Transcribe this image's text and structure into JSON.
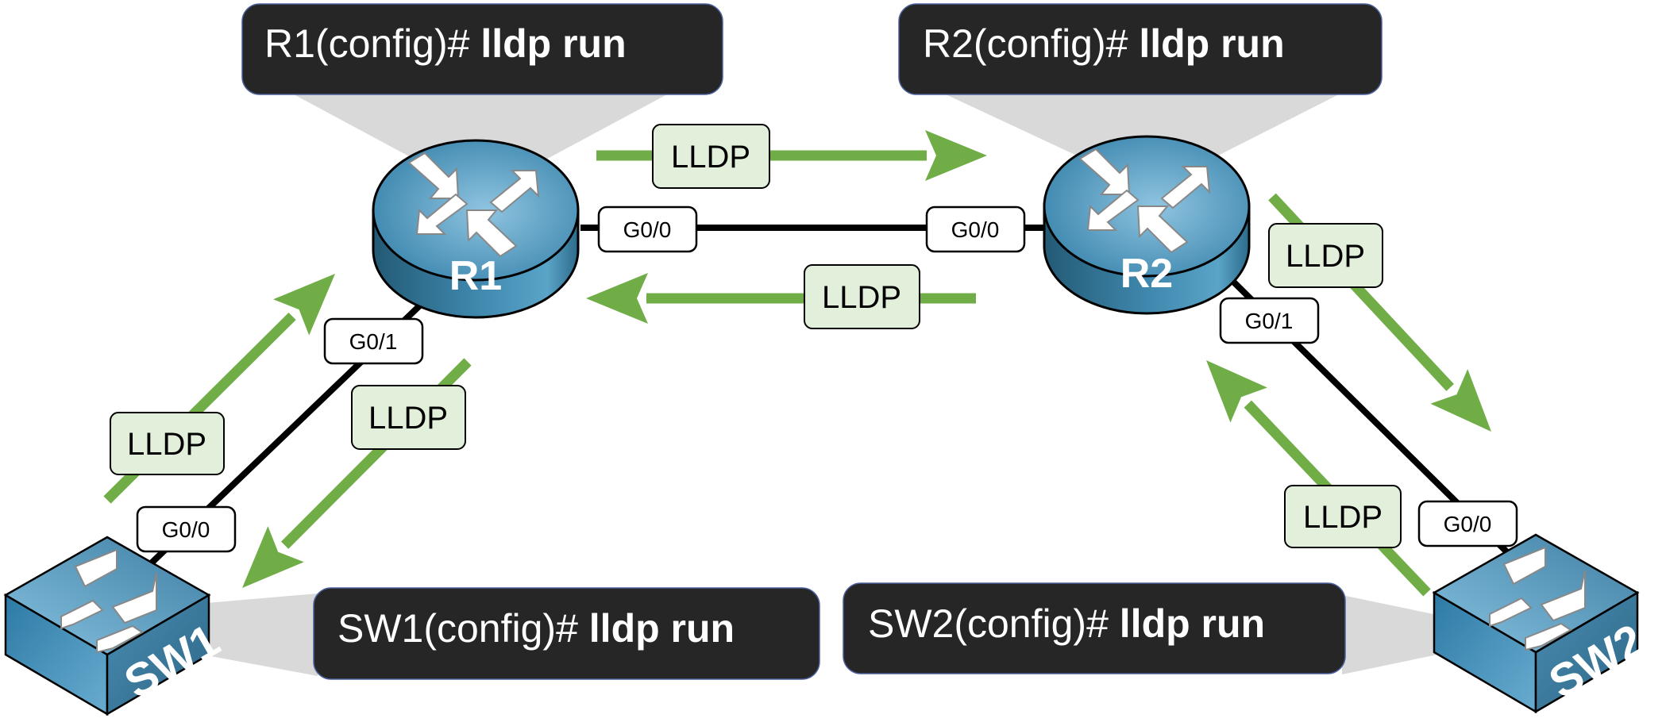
{
  "colors": {
    "arrow": "#70ad47",
    "lldp_fill": "#e2efda",
    "bubble": "#262626",
    "device": "#3a86ad",
    "link": "#000000",
    "cone": "#d9d9d9"
  },
  "devices": {
    "r1": {
      "label": "R1",
      "type": "router",
      "icon": "router-icon"
    },
    "r2": {
      "label": "R2",
      "type": "router",
      "icon": "router-icon"
    },
    "sw1": {
      "label": "SW1",
      "type": "switch",
      "icon": "switch-icon"
    },
    "sw2": {
      "label": "SW2",
      "type": "switch",
      "icon": "switch-icon"
    }
  },
  "commands": {
    "r1": {
      "prompt": "R1(config)# ",
      "cmd": "lldp run"
    },
    "r2": {
      "prompt": "R2(config)# ",
      "cmd": "lldp run"
    },
    "sw1": {
      "prompt": "SW1(config)# ",
      "cmd": "lldp run"
    },
    "sw2": {
      "prompt": "SW2(config)# ",
      "cmd": "lldp run"
    }
  },
  "ports": {
    "r1_g00": "G0/0",
    "r2_g00": "G0/0",
    "r1_g01": "G0/1",
    "sw1_g00": "G0/0",
    "r2_g01": "G0/1",
    "sw2_g00": "G0/0"
  },
  "lldp": {
    "r1_to_r2": "LLDP",
    "r2_to_r1": "LLDP",
    "r2_to_sw2": "LLDP",
    "sw2_to_r2": "LLDP",
    "sw1_to_r1": "LLDP",
    "r1_to_sw1": "LLDP"
  }
}
